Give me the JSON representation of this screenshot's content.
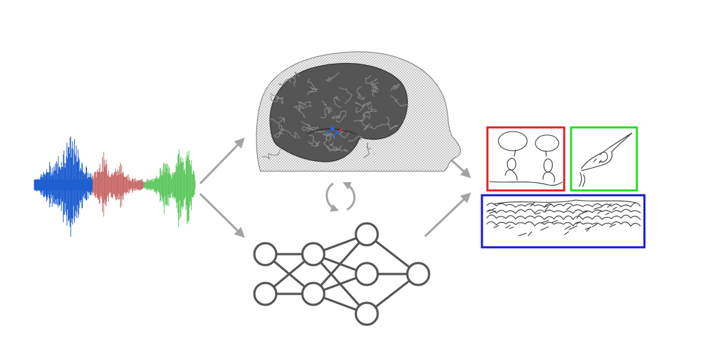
{
  "colors": {
    "background": "#ffffff",
    "waveform_blue": "#1f5fd0",
    "waveform_red": "#c96a6a",
    "waveform_green": "#5ec85e",
    "arrow_gray": "#a3a3a3",
    "brain_gray": "#5a5a5a",
    "mesh_gray": "#9a9a9a",
    "network_gray": "#555555",
    "box_red": "#e02020",
    "box_green": "#22dd22",
    "box_blue": "#1515dd"
  },
  "icons": {
    "waveform": "audio-waveform-icon",
    "brain": "brain-mri-head-mesh-icon",
    "network": "neural-network-icon",
    "cycle": "cycle-arrows-icon"
  },
  "waveform_segments": [
    {
      "color_key": "waveform_blue"
    },
    {
      "color_key": "waveform_red"
    },
    {
      "color_key": "waveform_green"
    }
  ],
  "network_layers": [
    2,
    2,
    3,
    1
  ],
  "output_panels": [
    {
      "id": "conversation",
      "color_key": "box_red",
      "icon": "two-people-talking-sketch-icon"
    },
    {
      "id": "bird",
      "color_key": "box_green",
      "icon": "seagull-sketch-icon"
    },
    {
      "id": "waves",
      "color_key": "box_blue",
      "icon": "ocean-waves-sketch-icon"
    }
  ]
}
